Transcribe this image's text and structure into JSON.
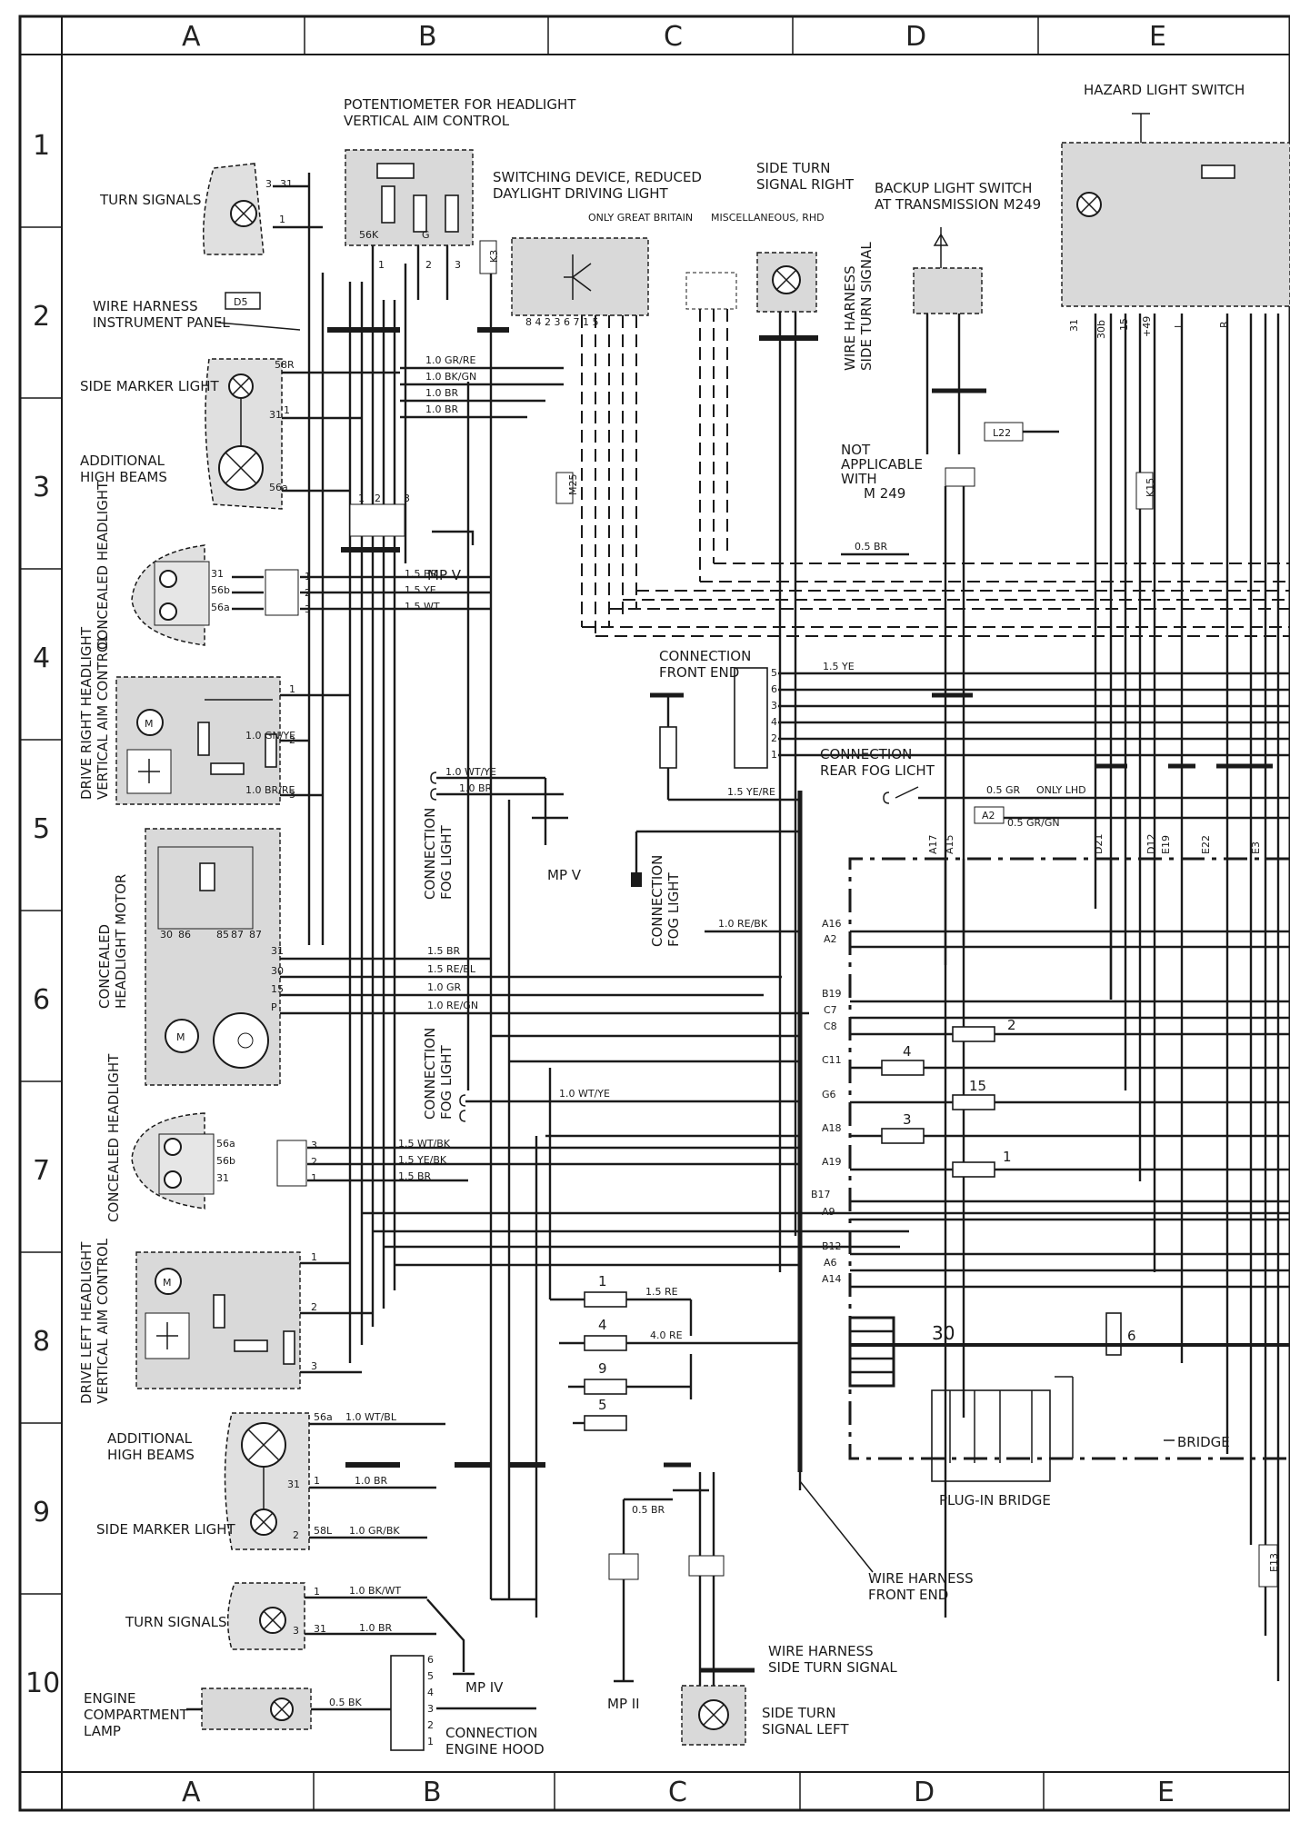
{
  "grid": {
    "columns": [
      "A",
      "B",
      "C",
      "D",
      "E"
    ],
    "rows": [
      "1",
      "2",
      "3",
      "4",
      "5",
      "6",
      "7",
      "8",
      "9",
      "10"
    ]
  },
  "components": {
    "turn_signals_top": "TURN SIGNALS",
    "wire_harness_ip": "WIRE HARNESS\nINSTRUMENT PANEL",
    "side_marker_top": "SIDE MARKER LIGHT",
    "additional_high_beams_top": "ADDITIONAL\nHIGH BEAMS",
    "concealed_headlight_top": "CONCEALED HEADLIGHT",
    "drive_right": "DRIVE RIGHT HEADLIGHT\nVERTICAL AIM CONTROL",
    "concealed_motor": "CONCEALED\nHEADLIGHT MOTOR",
    "concealed_headlight_bottom": "CONCEALED HEADLIGHT",
    "drive_left": "DRIVE LEFT HEADLIGHT\nVERTICAL AIM CONTROL",
    "additional_high_beams_bottom": "ADDITIONAL\nHIGH BEAMS",
    "side_marker_bottom": "SIDE MARKER LIGHT",
    "turn_signals_bottom": "TURN SIGNALS",
    "engine_lamp": "ENGINE\nCOMPARTMENT\nLAMP",
    "potentiometer": "POTENTIOMETER FOR HEADLIGHT\nVERTICAL AIM CONTROL",
    "switching_device": "SWITCHING DEVICE, REDUCED\nDAYLIGHT DRIVING LIGHT",
    "only_great_britain": "ONLY GREAT BRITAIN",
    "misc_rhd": "MISCELLANEOUS, RHD",
    "side_turn_right": "SIDE TURN\nSIGNAL RIGHT",
    "backup_switch": "BACKUP LIGHT SWITCH\nAT TRANSMISSION  M249",
    "hazard_switch": "HAZARD LIGHT SWITCH",
    "wire_harness_side_turn": "WIRE HARNESS\nSIDE TURN SIGNAL",
    "not_applicable": "NOT\nAPPLICABLE\nWITH\nM 249",
    "connection_front_end": "CONNECTION\nFRONT END",
    "connection_rear_fog": "CONNECTION\nREAR FOG LICHT",
    "connection_fog_1": "CONNECTION\nFOG LIGHT",
    "connection_fog_2": "CONNECTION\nFOG LIGHT",
    "connection_fog_3": "CONNECTION\nFOG LIGHT",
    "mp_v_top": "MP V",
    "mp_v_mid": "MP V",
    "mp_iv": "MP IV",
    "mp_ii": "MP II",
    "connection_engine_hood": "CONNECTION\nENGINE HOOD",
    "wire_harness_front_end": "WIRE HARNESS\nFRONT END",
    "wire_harness_side_turn_bottom": "WIRE HARNESS\nSIDE TURN SIGNAL",
    "side_turn_left": "SIDE TURN\nSIGNAL LEFT",
    "plug_in_bridge": "PLUG-IN BRIDGE",
    "bridge": "BRIDGE",
    "only_lhd": "ONLY LHD"
  },
  "tags": {
    "d5": "D5",
    "k3": "K3",
    "m25": "M25",
    "l22": "L22",
    "k15": "K15",
    "a2": "A2",
    "e13": "E13",
    "t30": "30"
  },
  "wire_labels": {
    "w1": "1.0 GR/RE",
    "w2": "1.0 BK/GN",
    "w3": "1.0 BR",
    "w4": "1.0 BR",
    "w5": "1.5 BR",
    "w6": "1.5 YE",
    "w7": "1.5 WT",
    "w8": "1.0 GN/YE",
    "w9": "1.0 BR/RE",
    "w10": "1.0 WT/YE",
    "w11": "1.0 BR",
    "w12": "1.5 YE",
    "w13": "1.5 YE/RE",
    "w14": "0.5 GR",
    "w15": "0.5 GR/GN",
    "w16": "0.5 BR",
    "w17": "1.0 RE/BK",
    "w18": "1.5 BR",
    "w19": "1.5 RE/BL",
    "w20": "1.0 GR",
    "w21": "1.0 RE/GN",
    "w22": "1.0 WT/YE",
    "w23": "1.5 WT/BK",
    "w24": "1.5 YE/BK",
    "w25": "1.5 BR",
    "w26": "1.5 RE",
    "w27": "4.0 RE",
    "w28": "1.0 WT/BL",
    "w29": "1.0 BR",
    "w30": "1.0 GR/BK",
    "w31": "1.0 BK/WT",
    "w32": "1.0 BR",
    "w33": "0.5 BK",
    "w34": "0.5 BR"
  },
  "connector_pins": {
    "right_block": [
      "A17",
      "A15",
      "D21",
      "D12",
      "E19",
      "E22",
      "E3"
    ],
    "left_block": [
      "A16",
      "A2",
      "B19",
      "C7",
      "C8",
      "C11",
      "G6",
      "A18",
      "A19",
      "B17",
      "A9",
      "B12",
      "A6",
      "A14"
    ]
  },
  "fuse_numbers": [
    "2",
    "4",
    "15",
    "3",
    "1",
    "1",
    "4",
    "9",
    "5",
    "6"
  ]
}
